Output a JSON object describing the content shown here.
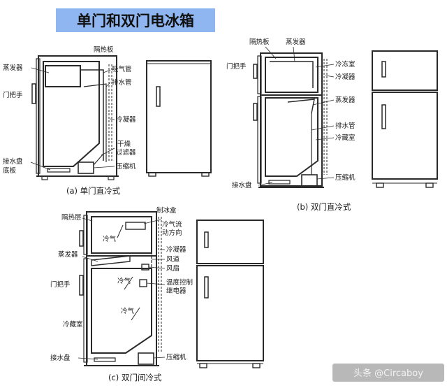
{
  "title": "单门和双门电冰箱",
  "watermark": "头条 @Circaboy",
  "colors": {
    "title_bg": "#8fb6f0",
    "stroke": "#2a2a2a"
  },
  "diagram_a": {
    "caption": "(a) 单门直冷式",
    "labels": {
      "insulation": "隔热板",
      "evaporator": "蒸发器",
      "suction_pipe": "吸气管",
      "drain_pipe": "排水管",
      "door_handle": "门把手",
      "condenser": "冷凝器",
      "drier_line1": "干燥",
      "drier_line2": "过滤器",
      "drip_tray": "接水盘",
      "base_plate": "底板",
      "compressor": "压缩机"
    }
  },
  "diagram_b": {
    "caption": "(b) 双门直冷式",
    "labels": {
      "insulation": "隔热板",
      "evaporator_top": "蒸发器",
      "door_handle": "门把手",
      "freezer": "冷冻室",
      "condenser": "冷凝器",
      "evaporator_bottom": "蒸发器",
      "drain_pipe": "排水管",
      "fridge": "冷藏室",
      "compressor": "压缩机",
      "drip_tray": "接水盘"
    }
  },
  "diagram_c": {
    "caption": "(c) 双门间冷式",
    "labels": {
      "insulation_layer": "隔热层",
      "ice_tray": "制冰盒",
      "airflow_line1": "冷气流",
      "airflow_line2": "动方向",
      "cold_air_1": "冷气",
      "evaporator": "蒸发器",
      "condenser": "冷凝器",
      "air_duct": "风道",
      "fan": "风扇",
      "door_handle": "门把手",
      "cold_air_2": "冷气",
      "thermo_line1": "温度控制",
      "thermo_line2": "继电器",
      "cold_air_3": "冷气",
      "fridge": "冷藏室",
      "drip_tray": "接水盘",
      "compressor": "压缩机"
    }
  }
}
